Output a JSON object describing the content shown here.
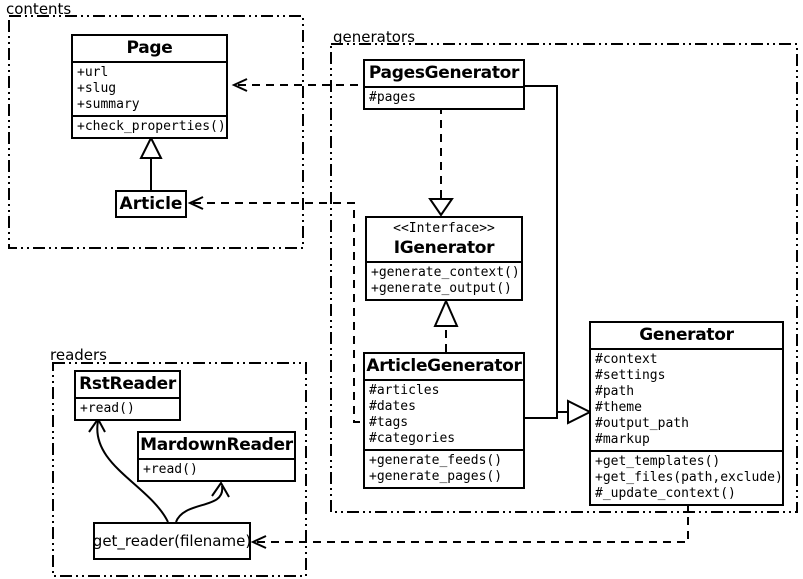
{
  "packages": {
    "contents": {
      "label": "contents"
    },
    "generators": {
      "label": "generators"
    },
    "readers": {
      "label": "readers"
    }
  },
  "classes": {
    "page": {
      "title": "Page",
      "attributes": [
        "+url",
        "+slug",
        "+summary"
      ],
      "methods": [
        "+check_properties()"
      ]
    },
    "article": {
      "title": "Article"
    },
    "pages_generator": {
      "title": "PagesGenerator",
      "attributes": [
        "#pages"
      ]
    },
    "igenerator": {
      "stereotype": "<<Interface>>",
      "title": "IGenerator",
      "methods": [
        "+generate_context()",
        "+generate_output()"
      ]
    },
    "article_generator": {
      "title": "ArticleGenerator",
      "attributes": [
        "#articles",
        "#dates",
        "#tags",
        "#categories"
      ],
      "methods": [
        "+generate_feeds()",
        "+generate_pages()"
      ]
    },
    "generator": {
      "title": "Generator",
      "attributes": [
        "#context",
        "#settings",
        "#path",
        "#theme",
        "#output_path",
        "#markup"
      ],
      "methods": [
        "+get_templates()",
        "+get_files(path,exclude)",
        "#_update_context()"
      ]
    },
    "rst_reader": {
      "title": "RstReader",
      "methods": [
        "+read()"
      ]
    },
    "mardown_reader": {
      "title": "MardownReader",
      "methods": [
        "+read()"
      ]
    }
  },
  "nodes": {
    "get_reader": {
      "label": "get_reader(filename)"
    }
  },
  "relationships": [
    {
      "from": "Article",
      "to": "Page",
      "type": "inheritance-solid-hollow-triangle"
    },
    {
      "from": "PagesGenerator",
      "to": "Page",
      "type": "dependency-dashed-open-arrow"
    },
    {
      "from": "ArticleGenerator",
      "to": "Article",
      "type": "dependency-dashed-open-arrow"
    },
    {
      "from": "PagesGenerator",
      "to": "IGenerator",
      "type": "realization-dashed-hollow-triangle"
    },
    {
      "from": "ArticleGenerator",
      "to": "IGenerator",
      "type": "realization-dashed-hollow-triangle"
    },
    {
      "from": "PagesGenerator",
      "to": "Generator",
      "type": "inheritance-solid-hollow-triangle"
    },
    {
      "from": "ArticleGenerator",
      "to": "Generator",
      "type": "inheritance-solid-hollow-triangle"
    },
    {
      "from": "Generator",
      "to": "get_reader(filename)",
      "type": "dependency-dashed-open-arrow"
    },
    {
      "from": "get_reader(filename)",
      "to": "RstReader",
      "type": "curved-open-arrow"
    },
    {
      "from": "get_reader(filename)",
      "to": "MardownReader",
      "type": "curved-open-arrow"
    }
  ],
  "colors": {
    "line": "#000000",
    "background": "#ffffff",
    "box_fill": "#ffffff"
  }
}
